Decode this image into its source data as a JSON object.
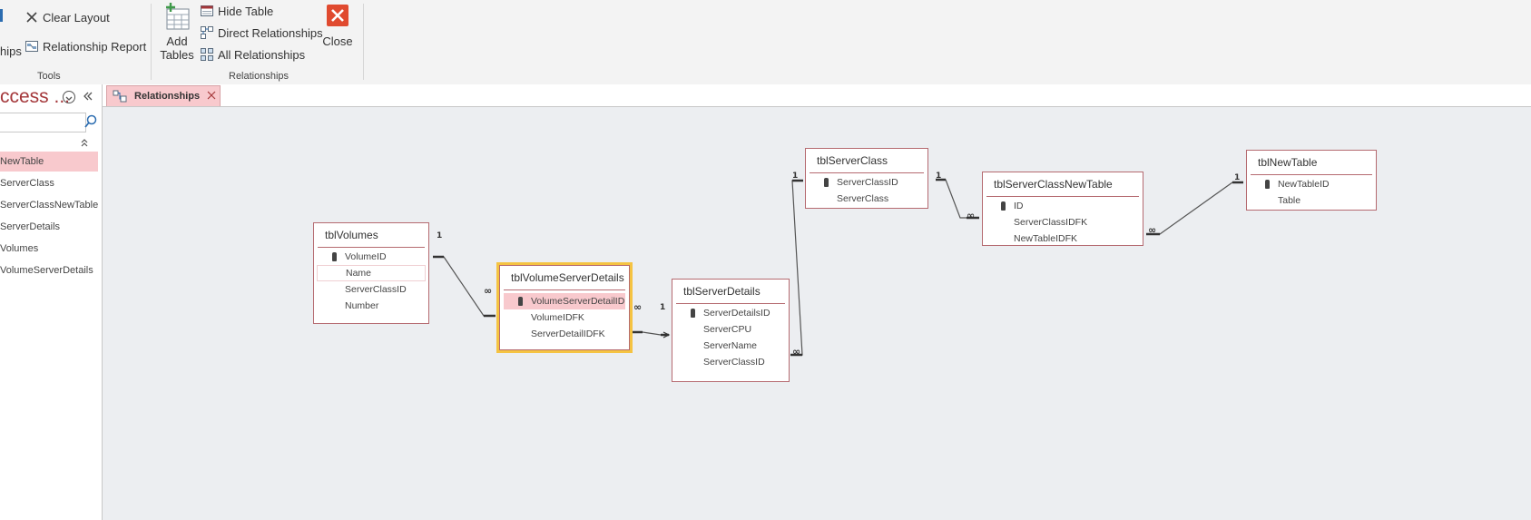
{
  "ribbon": {
    "clear_layout": "Clear Layout",
    "relationships_partial": "hips",
    "relationship_report": "Relationship Report",
    "tools_label": "Tools",
    "add_tables_line1": "Add",
    "add_tables_line2": "Tables",
    "hide_table": "Hide Table",
    "direct_relationships": "Direct Relationships",
    "all_relationships": "All Relationships",
    "close": "Close",
    "relationships_label": "Relationships"
  },
  "nav": {
    "title": "ccess ...",
    "search_placeholder": "",
    "items": [
      {
        "label": "NewTable",
        "selected": true
      },
      {
        "label": "ServerClass",
        "selected": false
      },
      {
        "label": "ServerClassNewTable",
        "selected": false
      },
      {
        "label": "ServerDetails",
        "selected": false
      },
      {
        "label": "Volumes",
        "selected": false
      },
      {
        "label": "VolumeServerDetails",
        "selected": false
      }
    ]
  },
  "doc_tab": {
    "label": "Relationships"
  },
  "tables": {
    "volumes": {
      "name": "tblVolumes",
      "fields": [
        "VolumeID",
        "Name",
        "ServerClassID",
        "Number"
      ]
    },
    "vsd": {
      "name": "tblVolumeServerDetails",
      "fields": [
        "VolumeServerDetailID",
        "VolumeIDFK",
        "ServerDetailIDFK"
      ]
    },
    "sd": {
      "name": "tblServerDetails",
      "fields": [
        "ServerDetailsID",
        "ServerCPU",
        "ServerName",
        "ServerClassID"
      ]
    },
    "sc": {
      "name": "tblServerClass",
      "fields": [
        "ServerClassID",
        "ServerClass"
      ]
    },
    "scnt": {
      "name": "tblServerClassNewTable",
      "fields": [
        "ID",
        "ServerClassIDFK",
        "NewTableIDFK"
      ]
    },
    "nt": {
      "name": "tblNewTable",
      "fields": [
        "NewTableID",
        "Table"
      ]
    }
  },
  "cardinality": {
    "one": "1",
    "many": "∞"
  },
  "colors": {
    "accent": "#a4373a",
    "selection": "#f8c9cd",
    "active_outline": "#f5c342",
    "close_red": "#e04a2f"
  }
}
